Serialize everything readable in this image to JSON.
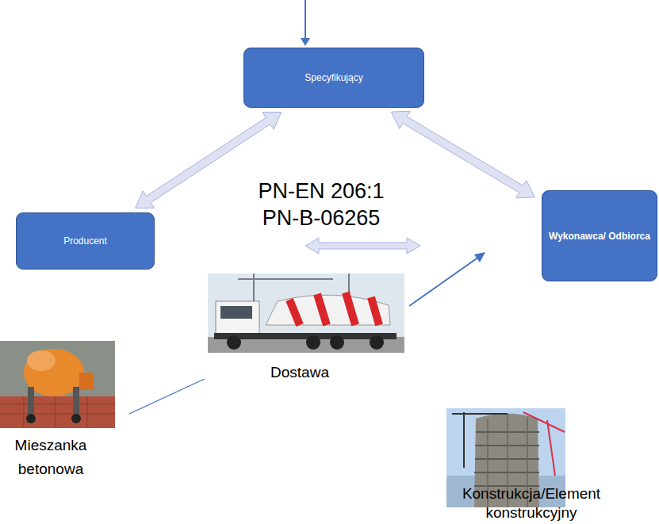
{
  "diagram": {
    "nodes": [
      {
        "text": [
          "Specyfikujący"
        ]
      },
      {
        "text": [
          "Producent"
        ]
      },
      {
        "text": [
          "Wykonawca/ Odbiorca"
        ]
      }
    ],
    "edges": [
      {
        "from": 0,
        "to": 1,
        "arrow": "both"
      },
      {
        "from": 0,
        "to": 2,
        "arrow": "both"
      }
    ],
    "labels": [
      "PN-EN 206:1",
      "PN-B-06265",
      "Dostawa",
      "Mieszanka betonowa",
      "Konstrukcja/Element konstrukcyjny"
    ]
  }
}
